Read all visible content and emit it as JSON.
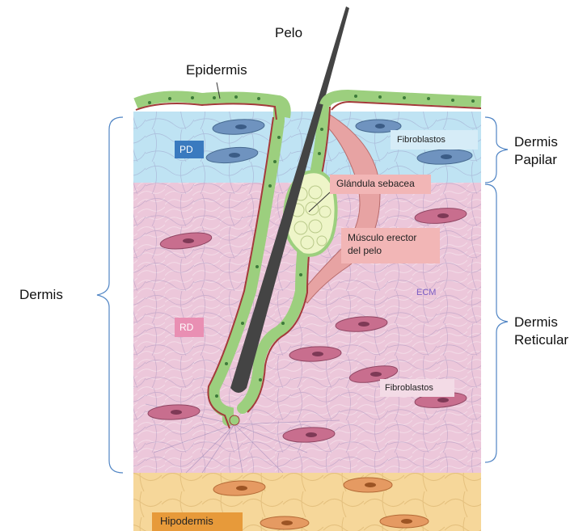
{
  "labels": {
    "hair": "Pelo",
    "epidermis": "Epidermis",
    "dermis": "Dermis",
    "papillary_dermis": "Dermis\nPapilar",
    "reticular_dermis": "Dermis\nReticular",
    "pd": "PD",
    "rd": "RD",
    "fibroblasts_top": "Fibroblastos",
    "sebaceous_gland": "Glándula sebacea",
    "arrector_muscle": "Músculo erector\ndel pelo",
    "ecm": "ECM",
    "fibroblasts_bottom": "Fibroblastos",
    "hypodermis": "Hipodermis"
  },
  "colors": {
    "papillary_bg": "#bfe3f3",
    "reticular_bg": "#ecc7da",
    "hypodermis_bg": "#f6d79a",
    "epidermis_green": "#9ccf7e",
    "follicle_outline": "#a33a3a",
    "hair": "#444444",
    "pd_box": "#3a7abf",
    "rd_box": "#e98fb3",
    "hypodermis_box": "#e79a3a",
    "label_box_pink": "#f2b6b6",
    "fibroblast_blue": "#6f93bf",
    "fibroblast_pink": "#c86e8e",
    "fibroblast_orange": "#e59a62",
    "ecm_text": "#7a5cc4",
    "bracket": "#4f84c4"
  }
}
